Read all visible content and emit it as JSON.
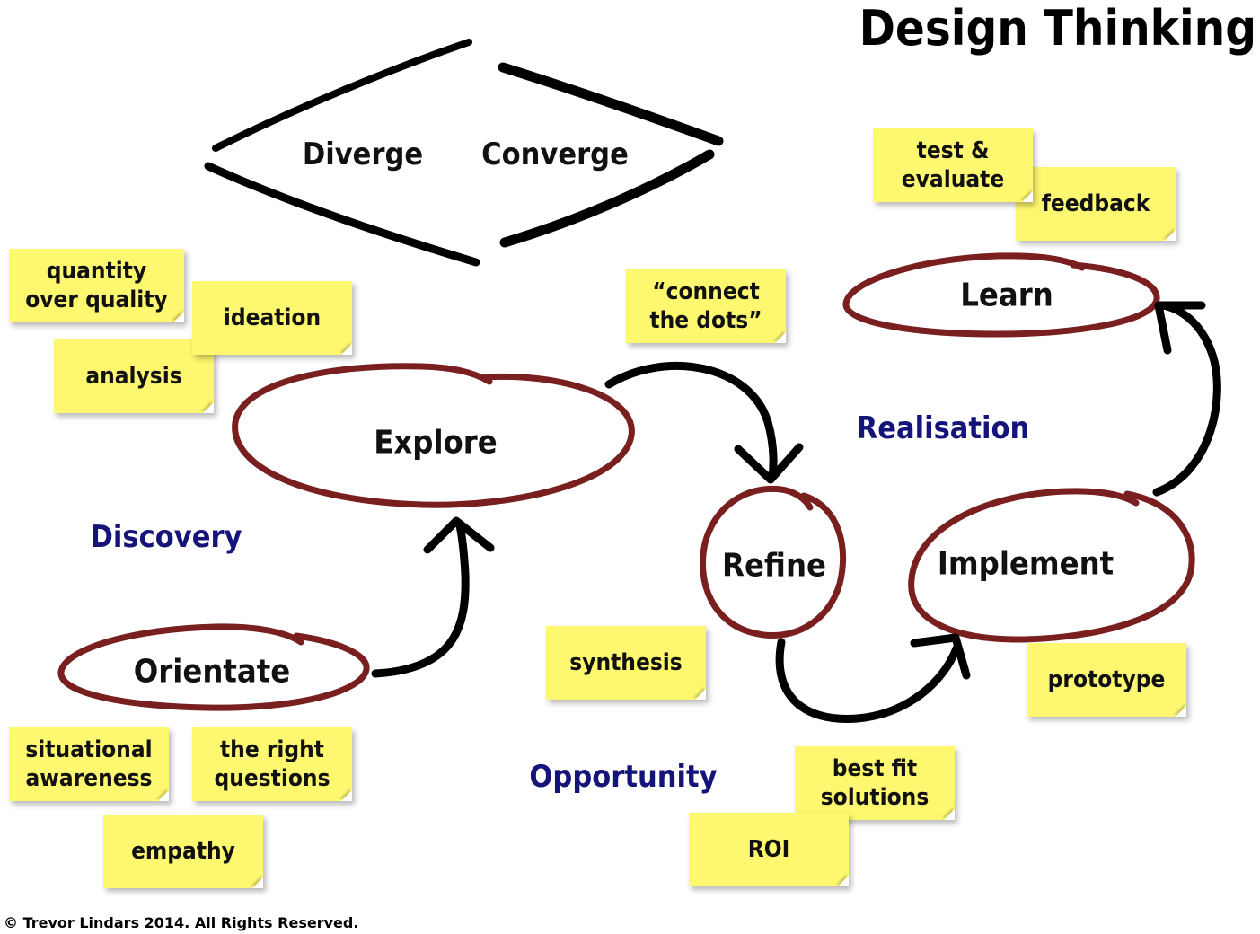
{
  "title": "Design Thinking",
  "diamond": {
    "left_label": "Diverge",
    "right_label": "Converge"
  },
  "stages": {
    "orientate": "Orientate",
    "explore": "Explore",
    "refine": "Refine",
    "implement": "Implement",
    "learn": "Learn"
  },
  "phases": {
    "discovery": "Discovery",
    "opportunity": "Opportunity",
    "realisation": "Realisation"
  },
  "notes": {
    "quantity": "quantity\nover quality",
    "ideation": "ideation",
    "analysis": "analysis",
    "connect": "“connect\nthe dots”",
    "test": "test &\nevaluate",
    "feedback": "feedback",
    "synthesis": "synthesis",
    "prototype": "prototype",
    "situational": "situational\nawareness",
    "right_questions": "the right\nquestions",
    "empathy": "empathy",
    "best_fit": "best fit\nsolutions",
    "roi": "ROI"
  },
  "colors": {
    "loop": "#7a1f1f",
    "phase_text": "#14147a",
    "note": "#fdf86f"
  },
  "copyright": "© Trevor Lindars 2014.  All Rights Reserved."
}
